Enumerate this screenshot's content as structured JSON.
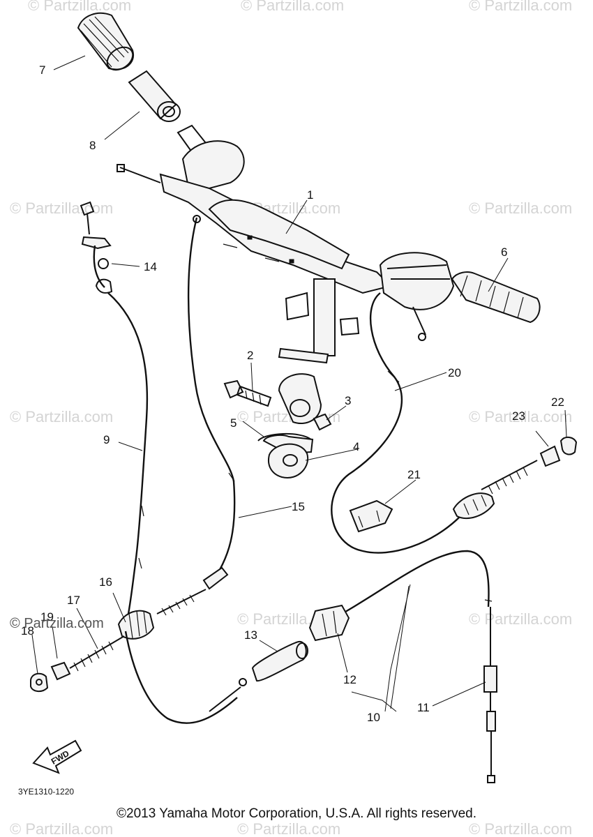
{
  "watermark": {
    "text": "© Partzilla.com",
    "text_alt": "© Partzilla.com"
  },
  "callouts": {
    "p1": "1",
    "p2": "2",
    "p3": "3",
    "p4": "4",
    "p5": "5",
    "p6": "6",
    "p7": "7",
    "p8": "8",
    "p9": "9",
    "p10": "10",
    "p11": "11",
    "p12": "12",
    "p13": "13",
    "p14": "14",
    "p15": "15",
    "p16": "16",
    "p17": "17",
    "p18": "18",
    "p19": "19",
    "p20": "20",
    "p21": "21",
    "p22": "22",
    "p23": "23"
  },
  "direction_label": "FWD",
  "diagram_code": "3YE1310-1220",
  "copyright": "©2013 Yamaha Motor Corporation, U.S.A. All rights reserved."
}
